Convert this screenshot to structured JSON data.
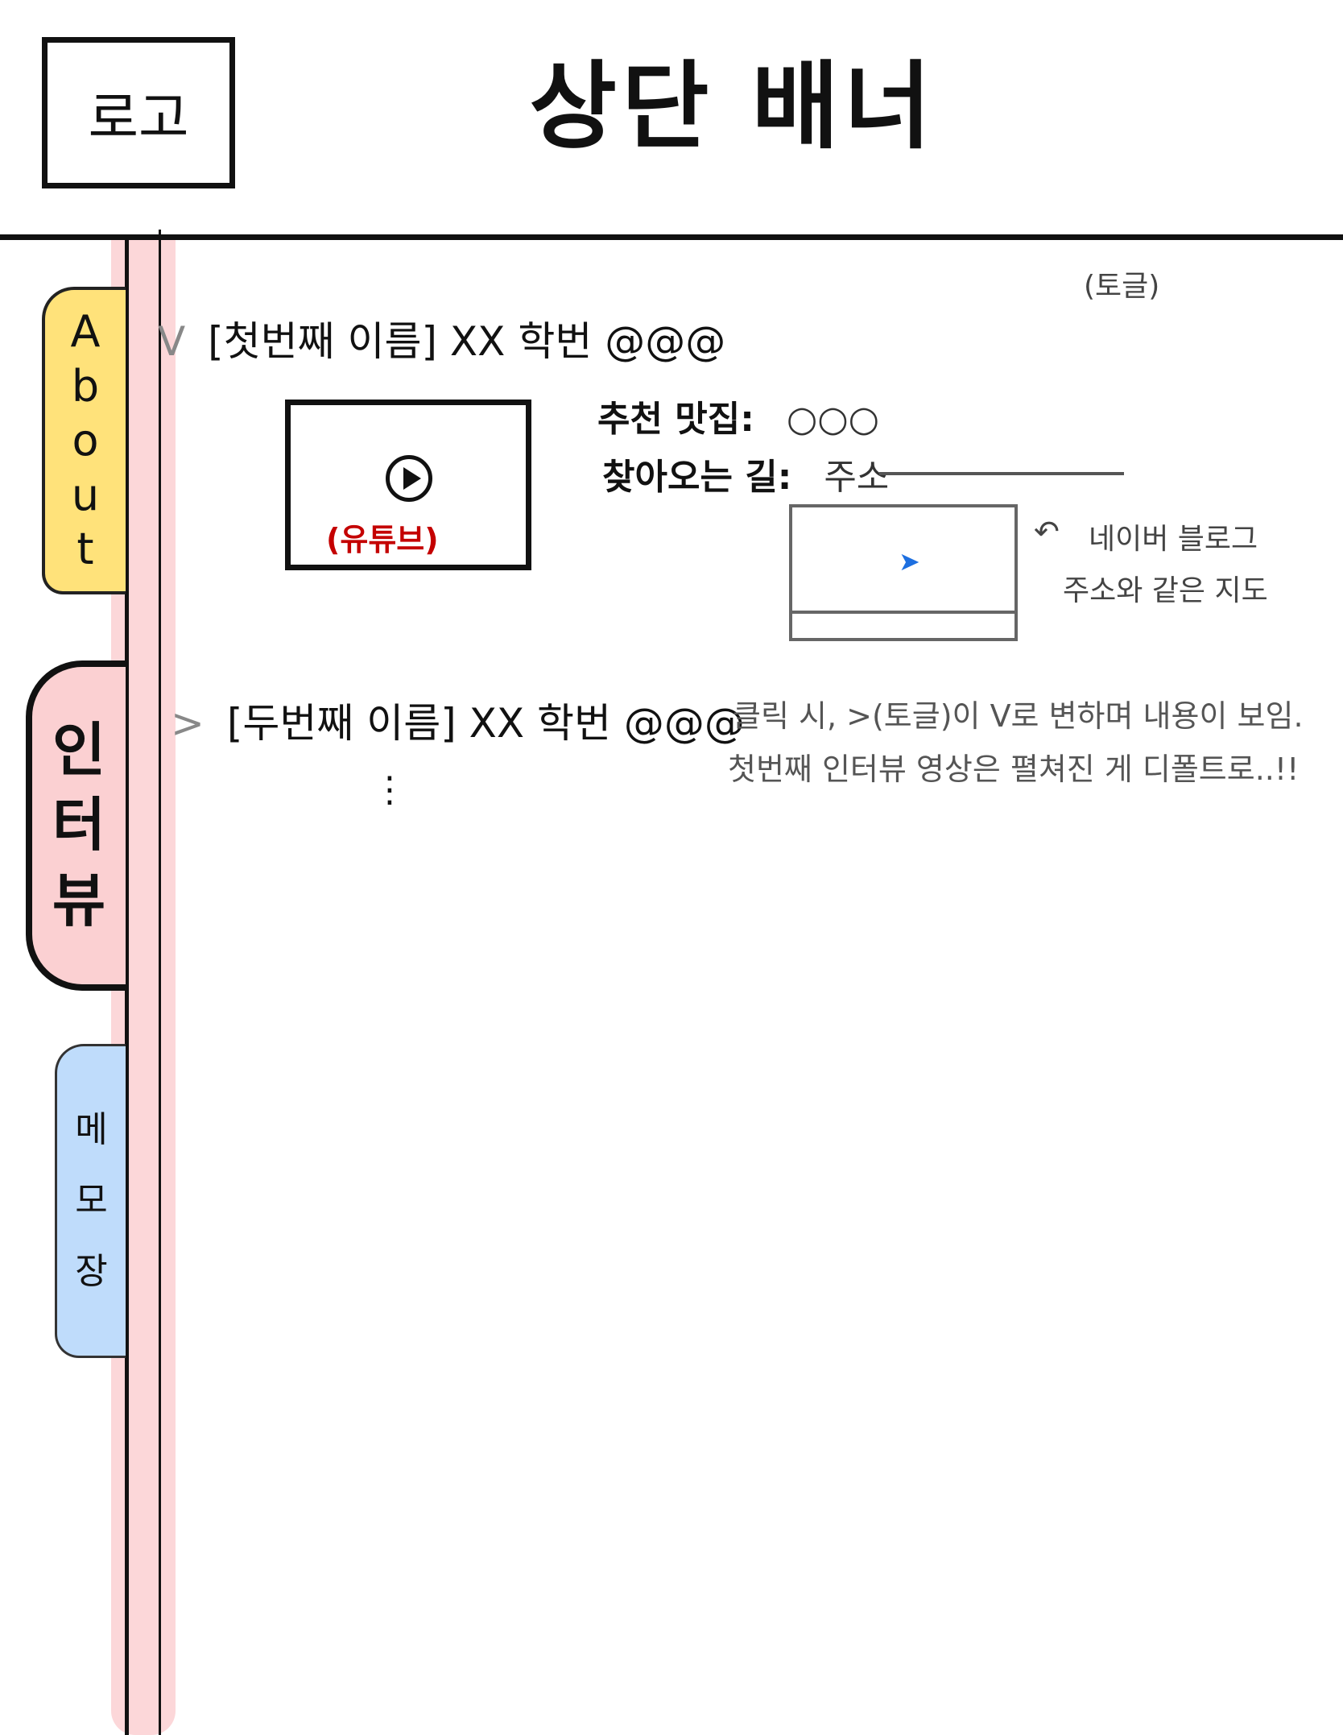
{
  "header": {
    "logo_label": "로고",
    "banner_title": "상단 배너"
  },
  "sidebar": {
    "tabs": [
      {
        "id": "about",
        "chars": [
          "A",
          "b",
          "o",
          "u",
          "t"
        ],
        "color": "#ffe27a"
      },
      {
        "id": "interview",
        "chars": [
          "인",
          "터",
          "뷰"
        ],
        "color": "#fbd0d2"
      },
      {
        "id": "memo",
        "chars": [
          "메",
          "모",
          "장"
        ],
        "color": "#bfdcfb"
      }
    ]
  },
  "main": {
    "toggle_note": "(토글)",
    "entries": [
      {
        "chevron": "V",
        "title": "[첫번째 이름] XX 학번 @@@",
        "expanded": true,
        "video_label": "(유튜브)",
        "restaurant_label": "추천 맛집:",
        "restaurant_value": "○○○",
        "directions_label": "찾아오는 길:",
        "directions_value": "주소",
        "map_note_arrow": "↶",
        "map_note_line1": "네이버 블로그",
        "map_note_line2": "주소와 같은 지도"
      },
      {
        "chevron": ">",
        "title": "[두번째 이름] XX 학번 @@@",
        "expanded": false
      }
    ],
    "click_note_line1": "클릭 시, >(토글)이 V로 변하며 내용이 보임.",
    "click_note_line2": "첫번째 인터뷰 영상은 펼쳐진 게 디폴트로..!!",
    "ellipsis": "⋮"
  },
  "colors": {
    "rail": "#fbd0d2",
    "about_tab": "#ffe27a",
    "interview_tab": "#fbd0d2",
    "memo_tab": "#bfdcfb",
    "video_label": "#c40000",
    "map_cursor": "#1d6fe0"
  }
}
